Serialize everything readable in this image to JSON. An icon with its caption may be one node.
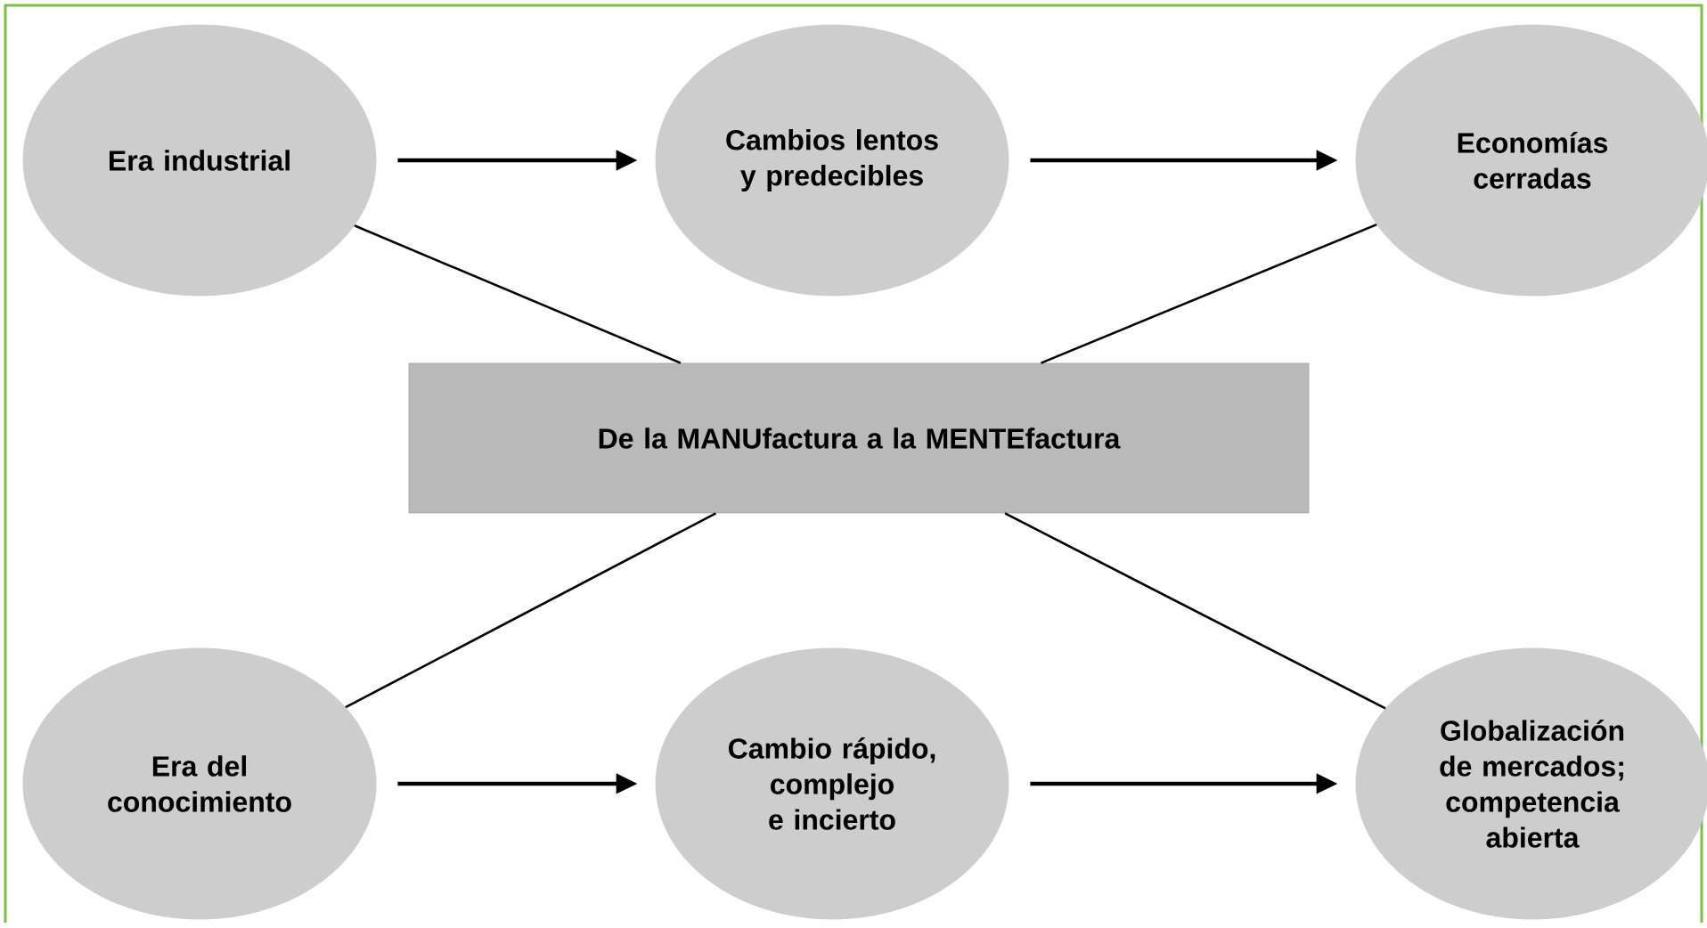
{
  "diagram": {
    "nodes": [
      {
        "text": [
          "Era industrial"
        ]
      },
      {
        "text": [
          "Cambios lentos y predecibles"
        ]
      },
      {
        "text": [
          "Economías cerradas"
        ]
      },
      {
        "text": [
          "De la MANUfactura a la MENTEfactura"
        ]
      },
      {
        "text": [
          "Era del conocimiento"
        ]
      },
      {
        "text": [
          "Cambio rápido, complejo e incierto"
        ]
      },
      {
        "text": [
          "Globalización de mercados; competencia abierta"
        ]
      }
    ],
    "edges": [
      {
        "from": 0,
        "to": 1,
        "arrow": "to"
      },
      {
        "from": 1,
        "to": 2,
        "arrow": "to"
      },
      {
        "from": 0,
        "to": 3,
        "arrow": "none"
      },
      {
        "from": 2,
        "to": 3,
        "arrow": "none"
      },
      {
        "from": 4,
        "to": 3,
        "arrow": "none"
      },
      {
        "from": 6,
        "to": 3,
        "arrow": "none"
      },
      {
        "from": 4,
        "to": 5,
        "arrow": "to"
      },
      {
        "from": 5,
        "to": 6,
        "arrow": "to"
      }
    ]
  }
}
